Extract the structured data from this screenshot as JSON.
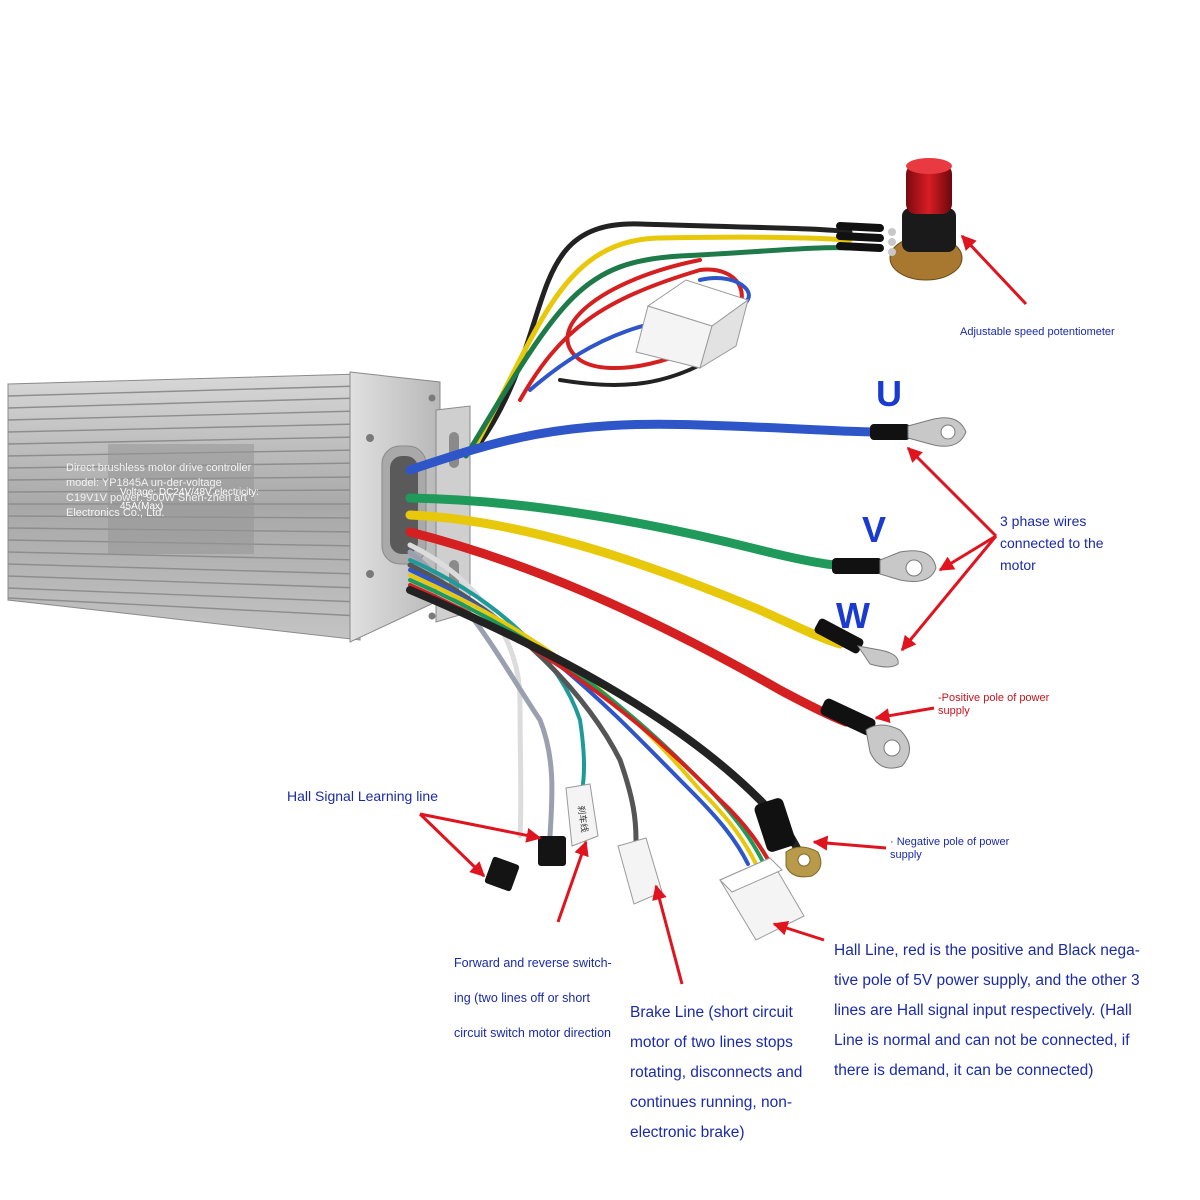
{
  "labels": {
    "phase_u": "U",
    "phase_v": "V",
    "phase_w": "W",
    "potentiometer": "Adjustable speed potentiometer",
    "phase_wires": "3 phase wires connected to the motor",
    "positive_pole": "-Positive pole of power supply",
    "negative_pole": "· Negative pole of power supply",
    "hall_learning": "Hall Signal Learning line",
    "forward_reverse": "Forward and reverse switch-ing (two lines off or short circuit switch motor direction",
    "brake_line": "Brake Line (short circuit motor of two lines stops rotating, disconnects and continues running, non-electronic brake)",
    "hall_line": "Hall Line, red is the positive and Black nega-tive pole of 5V power supply, and the other 3 lines are Hall signal input respectively. (Hall Line is normal and can not be connected, if there is demand, it can be connected)"
  },
  "nameplate": {
    "text_main": "Direct brushless motor drive controller model: YP1845A un-der-voltage C19V1V power: 900W Shen-zhen art Electronics Co., Ltd.",
    "text_overlay": "Voltage: DC24V/48V electricity: 45A(Max)"
  },
  "connector_label": "刹车线",
  "colors": {
    "label_blue": "#1a2aa8",
    "arrow_red": "#e0141e",
    "wire_blue": "#2f56c8",
    "wire_green": "#1f9a5a",
    "wire_yellow": "#e8c80a",
    "wire_red": "#d42020"
  }
}
